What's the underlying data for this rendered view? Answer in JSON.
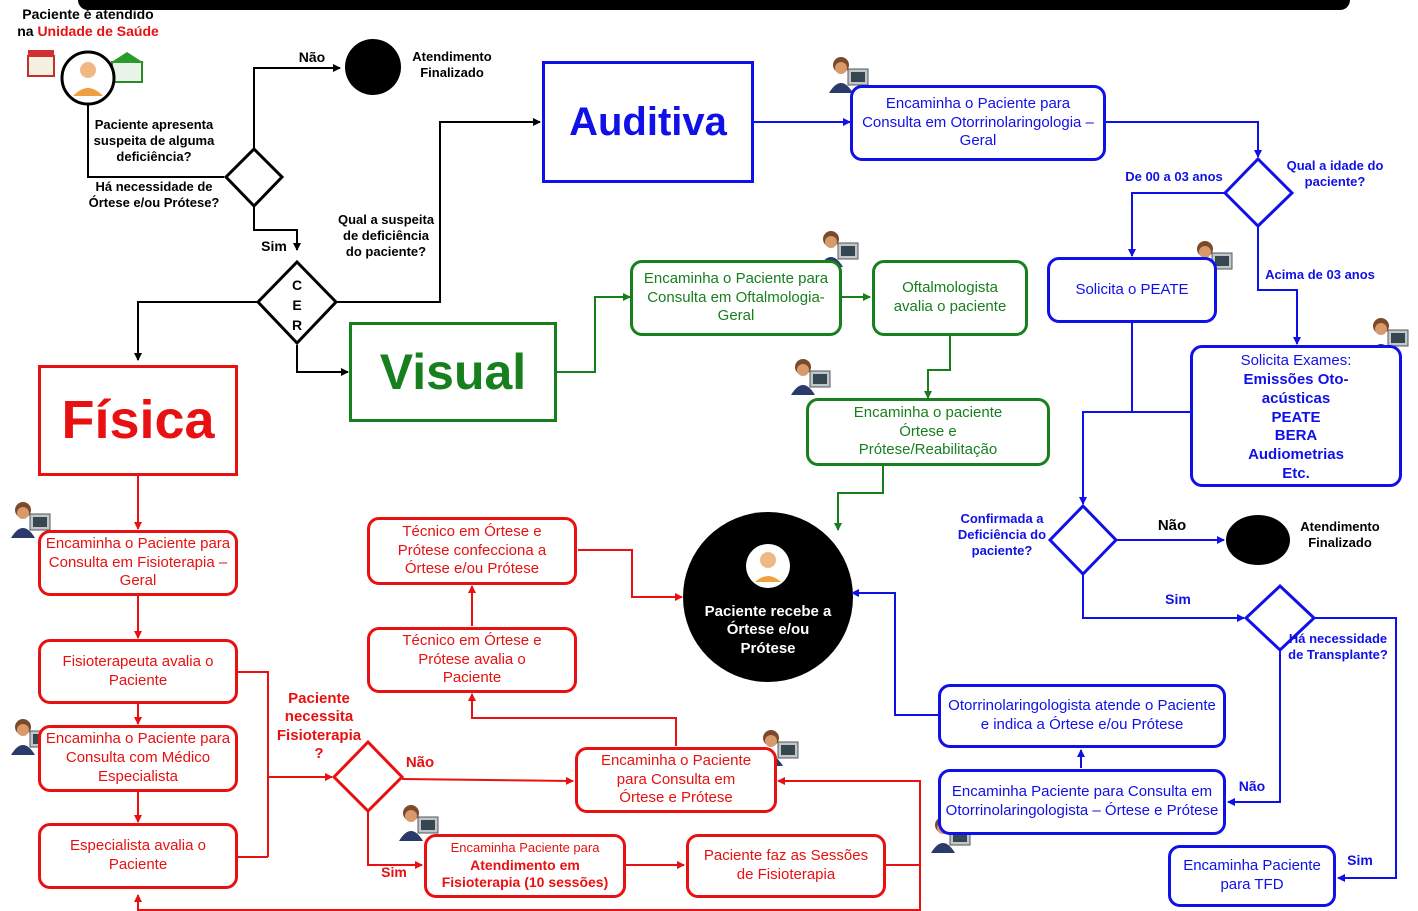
{
  "start": {
    "line1": "Paciente é atendido",
    "line2_prefix": "na ",
    "line2_highlight": "Unidade de Saúde"
  },
  "questions": {
    "suspect": "Paciente apresenta suspeita de alguma deficiência?",
    "orthosis": "Há necessidade de Órtese e/ou Prótese?",
    "suspect_type": "Qual a suspeita de deficiência do paciente?",
    "age": "Qual a  idade do paciente?",
    "confirmed": "Confirmada a Deficiência do paciente?",
    "transplant": "Há necessidade de Transplante?",
    "physio": "Paciente necessita Fisioterapia ?"
  },
  "labels": {
    "nao": "Não",
    "sim": "Sim",
    "age_young": "De 00 a 03 anos",
    "age_old": "Acima de 03 anos",
    "cer": [
      "C",
      "E",
      "R"
    ]
  },
  "end_nodes": {
    "top": "Atendimento Finalizado",
    "right": "Atendimento Finalizado",
    "center": "Paciente recebe a Órtese e/ou Prótese"
  },
  "categories": {
    "auditiva": "Auditiva",
    "visual": "Visual",
    "fisica": "Física"
  },
  "auditiva_steps": {
    "ent_general": "Encaminha o Paciente para Consulta em Otorrinolaringologia  – Geral",
    "peate": "Solicita o PEATE",
    "exams": [
      "Solicita Exames:",
      "Emissões Oto-acústicas",
      "PEATE",
      "BERA",
      "Audiometrias",
      "Etc."
    ],
    "ent_attends": "Otorrinolaringologista atende o Paciente e indica a Órtese e/ou Prótese",
    "ent_orthosis": "Encaminha Paciente para Consulta em Otorrinolaringologista – Órtese e Prótese",
    "tfd": "Encaminha Paciente para TFD"
  },
  "visual_steps": {
    "ophtho_general": "Encaminha o Paciente para Consulta em Oftalmologia- Geral",
    "ophtho_eval": "Oftalmologista avalia o paciente",
    "rehab": "Encaminha o paciente Órtese e Prótese/Reabilitação"
  },
  "fisica_steps": {
    "physio_general": "Encaminha o Paciente para Consulta em Fisioterapia – Geral",
    "physio_eval": "Fisioterapeuta avalia o Paciente",
    "specialist": "Encaminha o Paciente para Consulta com Médico Especialista",
    "specialist_eval": "Especialista avalia o Paciente",
    "physio_sessions_ref": "Encaminha Paciente para",
    "physio_sessions_ref_bold": "Atendimento em Fisioterapia (10 sessões)",
    "sessions": "Paciente faz as Sessões de Fisioterapia",
    "orthosis_consult": "Encaminha o Paciente para Consulta em Órtese e Prótese",
    "tech_eval": "Técnico em Órtese e Prótese avalia o Paciente",
    "tech_make": "Técnico em Órtese e Prótese confecciona a Órtese e/ou Prótese"
  },
  "colors": {
    "blue": "#1010e8",
    "green": "#177f1d",
    "red": "#e81010",
    "black": "#000000"
  },
  "icons": [
    "user-computer-icon",
    "health-unit-icon",
    "patient-icon"
  ]
}
